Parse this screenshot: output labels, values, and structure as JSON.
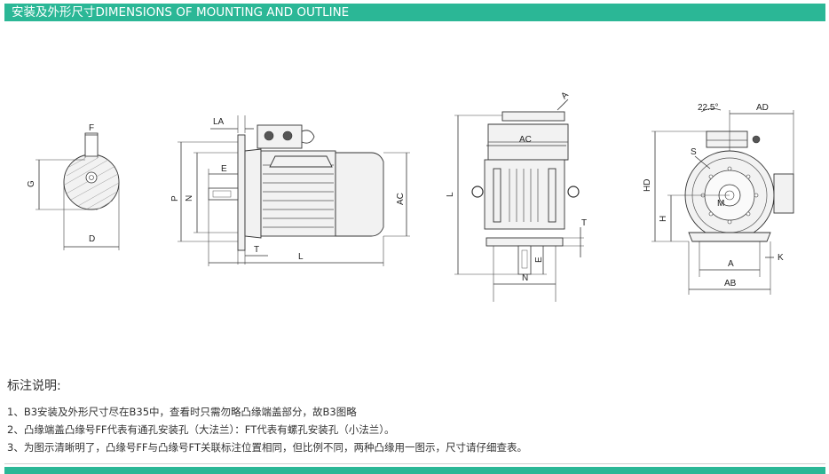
{
  "header": {
    "title": "安装及外形尺寸DIMENSIONS OF MOUNTING AND OUTLINE",
    "color": "#2bb796"
  },
  "drawings": {
    "shaft_view": {
      "labels": {
        "f": "F",
        "g": "G",
        "d": "D"
      }
    },
    "side_view": {
      "labels": {
        "la": "LA",
        "e": "E",
        "p": "P",
        "n": "N",
        "ac": "AC",
        "t": "T",
        "l": "L"
      }
    },
    "top_view": {
      "labels": {
        "a_small": "A",
        "ac": "AC",
        "l": "L",
        "t": "T",
        "e": "E",
        "n": "N"
      }
    },
    "end_view": {
      "labels": {
        "angle": "22.5°",
        "ad": "AD",
        "s": "S",
        "hd": "HD",
        "h": "H",
        "m": "M",
        "a": "A",
        "k": "K",
        "ab": "AB"
      }
    }
  },
  "notes": {
    "title": "标注说明:",
    "items": [
      "1、B3安装及外形尺寸尽在B35中，查看时只需勿略凸缘端盖部分，故B3图略",
      "2、凸缘端盖凸缘号FF代表有通孔安装孔（大法兰）：FT代表有螺孔安装孔（小法兰）。",
      "3、为图示清晰明了，凸缘号FF与凸缘号FT关联标注位置相同，但比例不同，两种凸缘用一图示，尺寸请仔细查表。"
    ]
  }
}
